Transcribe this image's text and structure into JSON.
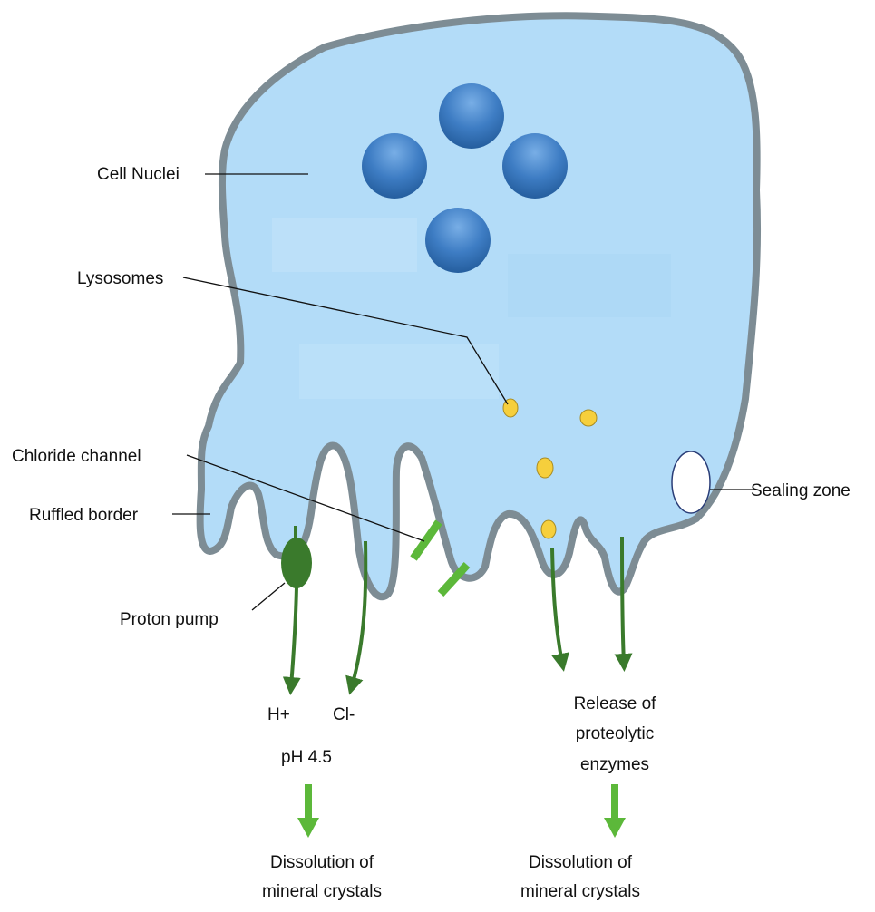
{
  "labels": {
    "cell_nuclei": "Cell Nuclei",
    "lysosomes": "Lysosomes",
    "chloride_channel": "Chloride channel",
    "ruffled_border": "Ruffled border",
    "sealing_zone": "Sealing zone",
    "proton_pump": "Proton pump"
  },
  "outputs": {
    "h_plus": "H+",
    "cl_minus": "Cl-",
    "ph": "pH 4.5",
    "release_line1": "Release of",
    "release_line2": "proteolytic",
    "release_line3": "enzymes",
    "dissolution_left_line1": "Dissolution of",
    "dissolution_left_line2": "mineral crystals",
    "dissolution_right_line1": "Dissolution of",
    "dissolution_right_line2": "mineral crystals"
  },
  "colors": {
    "cell_fill": "#b3dcf8",
    "cell_outline": "#7d8c94",
    "nucleus": "#2f6fb8",
    "lysosome": "#f6cf3c",
    "pump_green": "#3a7a2c",
    "bright_green": "#5cb83a"
  }
}
